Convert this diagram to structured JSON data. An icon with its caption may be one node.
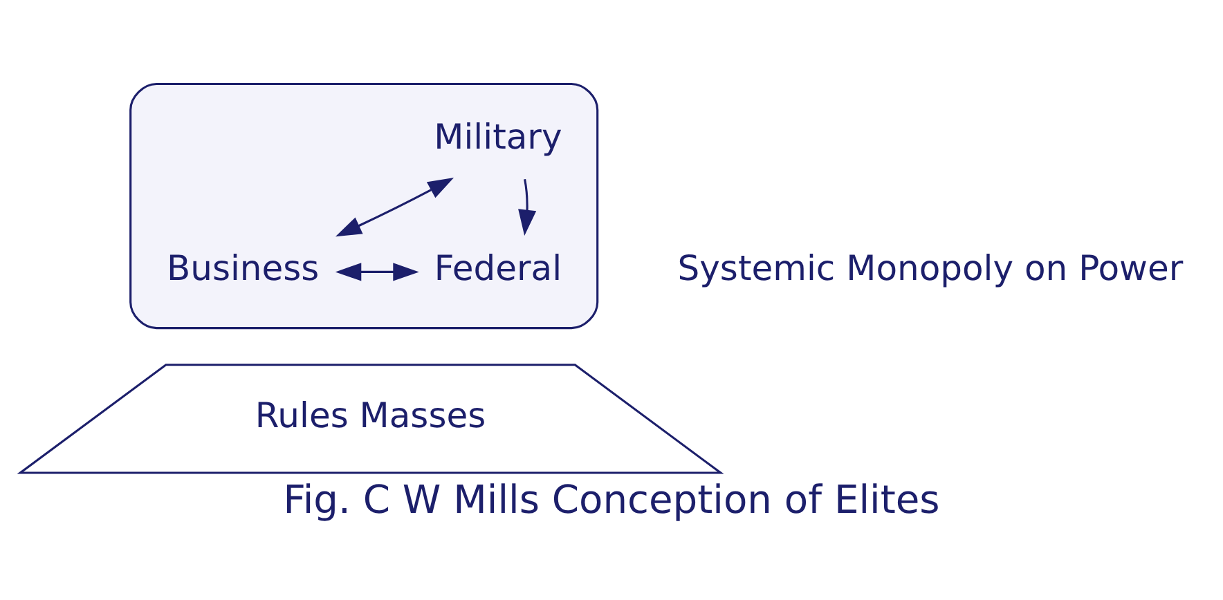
{
  "diagram": {
    "caption": "Fig. C W Mills Conception of Elites",
    "nodes": [
      {
        "text": [],
        "shape": "triangle"
      },
      {
        "text": [
          "Military"
        ],
        "in": 0
      },
      {
        "text": [
          "Business"
        ],
        "in": 0
      },
      {
        "text": [
          "Federal"
        ],
        "in": 0
      },
      {
        "text": [
          "Rules Masses"
        ]
      }
    ],
    "edges": [
      {
        "from": 1,
        "to": 3,
        "arrow": "to"
      },
      {
        "from": 2,
        "to": 1,
        "arrow": "both"
      },
      {
        "from": 2,
        "to": 3,
        "arrow": "both"
      }
    ],
    "labels": [
      "Systemic Monopoly on Power"
    ]
  }
}
